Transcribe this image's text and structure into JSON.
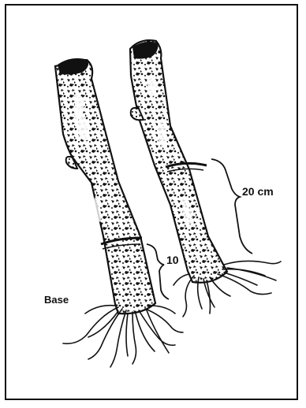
{
  "labels": {
    "base": "Base",
    "left_measure": "10",
    "right_measure": "20 cm"
  },
  "colors": {
    "ink": "#111111",
    "paper": "#ffffff"
  }
}
